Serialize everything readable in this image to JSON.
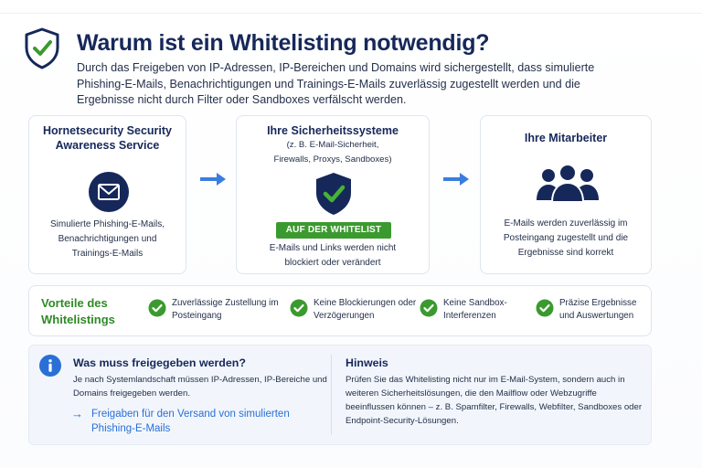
{
  "header": {
    "title": "Warum ist ein Whitelisting notwendig?",
    "intro": "Durch das Freigeben von IP-Adressen, IP-Bereichen und Domains wird sichergestellt, dass simulierte Phishing-E-Mails, Benachrichtigungen und Trainings-E-Mails zuverlässig zugestellt werden und die Ergebnisse nicht durch Filter oder Sandboxes verfälscht werden."
  },
  "flow": {
    "source": {
      "title": "Hornetsecurity Security Awareness Service",
      "icon": "envelope-icon",
      "text": "Simulierte Phishing-E-Mails, Benachrichtigungen und Trainings-E-Mails"
    },
    "systems": {
      "title": "Ihre Sicherheitssysteme",
      "subtitle": "(z. B. E-Mail-Sicherheit, Firewalls, Proxys, Sandboxes)",
      "icon": "shield-check-icon",
      "badge": "AUF DER WHITELIST",
      "text": "E-Mails und Links werden nicht blockiert oder verändert"
    },
    "employees": {
      "title": "Ihre Mitarbeiter",
      "icon": "people-icon",
      "text": "E-Mails werden zuverlässig im Posteingang zugestellt und die Ergebnisse sind korrekt"
    }
  },
  "benefits": {
    "title": "Vorteile des Whitelistings",
    "items": [
      {
        "label": "Zuverlässige Zustellung im Posteingang"
      },
      {
        "label": "Keine Blockierungen oder Verzögerungen"
      },
      {
        "label": "Keine Sandbox-Interferenzen"
      },
      {
        "label": "Präzise Ergebnisse und Auswertungen"
      }
    ]
  },
  "info": {
    "left_title": "Was muss freigegeben werden?",
    "left_text": "Je nach Systemlandschaft müssen IP-Adressen, IP-Bereiche und Domains freigegeben werden.",
    "link_text": "Freigaben für den Versand von simulierten Phishing-E-Mails",
    "right_title": "Hinweis",
    "right_text": "Prüfen Sie das Whitelisting nicht nur im E-Mail-System, sondern auch in weiteren Sicherheitslösungen, die den Mailflow oder Webzugriffe beeinflussen können – z. B. Spamfilter, Firewalls, Webfilter, Sandboxes oder Endpoint-Security-Lösungen."
  },
  "colors": {
    "navy": "#16285a",
    "green": "#3b9a2f",
    "blue": "#2a6fd6",
    "arrow": "#3a7de0"
  }
}
